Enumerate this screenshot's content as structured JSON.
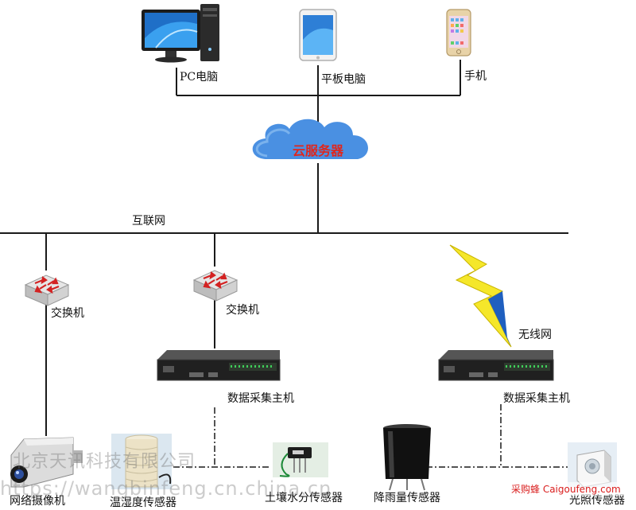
{
  "colors": {
    "line": "#1a1a1a",
    "cloud": "#4a90e2",
    "cloud_text": "#e0261c",
    "lightning": "#f5e72a",
    "watermark_brand": "#d91c1c"
  },
  "clients": {
    "pc_label": "PC电脑",
    "tablet_label": "平板电脑",
    "phone_label": "手机"
  },
  "cloud": {
    "label": "云服务器"
  },
  "internet": {
    "label": "互联网"
  },
  "switches": [
    {
      "label": "交换机"
    },
    {
      "label": "交换机"
    }
  ],
  "wireless": {
    "label": "无线网"
  },
  "hosts": [
    {
      "label": "数据采集主机"
    },
    {
      "label": "数据采集主机"
    }
  ],
  "sensors": [
    {
      "label": "网络摄像机",
      "icon": "camera-icon"
    },
    {
      "label": "温湿度传感器",
      "icon": "temp-humidity-sensor-icon"
    },
    {
      "label": "土壤水分传感器",
      "icon": "soil-moisture-sensor-icon"
    },
    {
      "label": "降雨量传感器",
      "icon": "rain-gauge-icon"
    },
    {
      "label": "光照传感器",
      "icon": "light-sensor-icon"
    }
  ],
  "watermarks": {
    "company": "北京天讯科技有限公司",
    "site": "https://wangbinfeng.cn.china.cn",
    "brand": "采购蜂 Caigoufeng.com"
  }
}
